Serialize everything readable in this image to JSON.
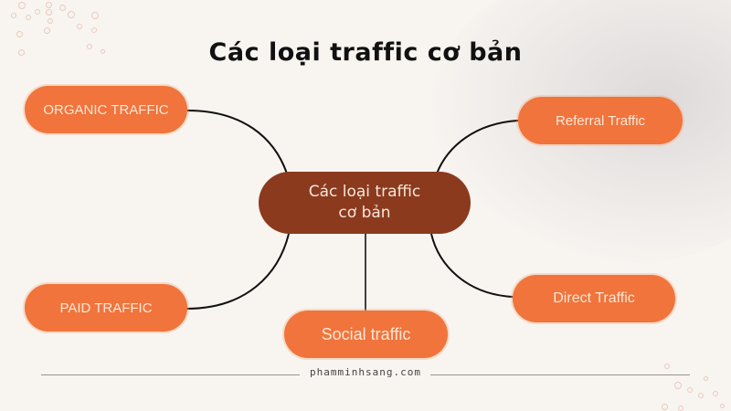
{
  "title": "Các loại traffic cơ bản",
  "center_node": {
    "line1": "Các loại traffic",
    "line2": "cơ bản",
    "color": "#8b3a1e"
  },
  "nodes": [
    {
      "id": "organic",
      "label": "ORGANIC TRAFFIC"
    },
    {
      "id": "referral",
      "label": "Referral Traffic"
    },
    {
      "id": "paid",
      "label": "PAID TRAFFIC"
    },
    {
      "id": "social",
      "label": "Social traffic"
    },
    {
      "id": "direct",
      "label": "Direct Traffic"
    }
  ],
  "node_color": "#f0743c",
  "footer": {
    "text": "phamminhsang.com"
  }
}
